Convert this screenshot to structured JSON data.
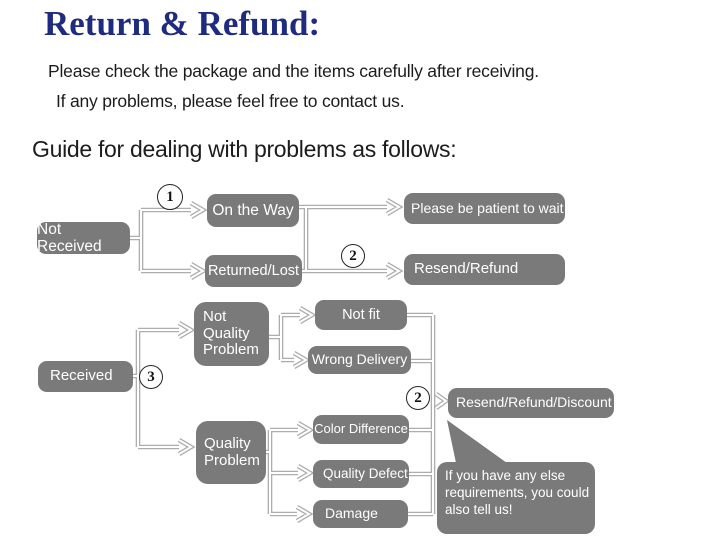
{
  "header": {
    "title": "Return & Refund:",
    "note_line1": "Please check the package and the items carefully after receiving.",
    "note_line2": "If any problems, please feel free to contact us.",
    "guide_heading": "Guide for dealing with problems as follows:"
  },
  "flowchart": {
    "markers": {
      "step1": "1",
      "step2_first": "2",
      "step3": "3",
      "step2_second": "2"
    },
    "nodes": {
      "not_received": "Not Received",
      "on_the_way": "On the Way",
      "be_patient": "Please be patient to wait",
      "returned_lost": "Returned/Lost",
      "resend_refund": "Resend/Refund",
      "received": "Received",
      "not_quality_problem": "Not Quality Problem",
      "not_fit": "Not fit",
      "wrong_delivery": "Wrong Delivery",
      "quality_problem": "Quality Problem",
      "color_difference": "Color Difference",
      "quality_defect": "Quality Defect",
      "damage": "Damage",
      "resend_refund_discount": "Resend/Refund/Discount"
    },
    "bubble": {
      "line1": "If you have any else",
      "line2": "requirements, you could",
      "line3": "also tell us!"
    },
    "edges": [
      {
        "from": "not_received",
        "to": "on_the_way",
        "marker": "1"
      },
      {
        "from": "not_received",
        "to": "returned_lost"
      },
      {
        "from": "on_the_way",
        "to": "be_patient"
      },
      {
        "from": "returned_lost",
        "to": "resend_refund",
        "marker": "2"
      },
      {
        "from": "received",
        "to": "not_quality_problem",
        "marker": "3"
      },
      {
        "from": "received",
        "to": "quality_problem",
        "marker": "3"
      },
      {
        "from": "not_quality_problem",
        "to": "not_fit"
      },
      {
        "from": "not_quality_problem",
        "to": "wrong_delivery"
      },
      {
        "from": "quality_problem",
        "to": "color_difference"
      },
      {
        "from": "quality_problem",
        "to": "quality_defect"
      },
      {
        "from": "quality_problem",
        "to": "damage"
      },
      {
        "from": "not_fit",
        "to": "resend_refund_discount",
        "marker": "2"
      },
      {
        "from": "wrong_delivery",
        "to": "resend_refund_discount",
        "marker": "2"
      },
      {
        "from": "color_difference",
        "to": "resend_refund_discount",
        "marker": "2"
      },
      {
        "from": "quality_defect",
        "to": "resend_refund_discount",
        "marker": "2"
      },
      {
        "from": "damage",
        "to": "resend_refund_discount",
        "marker": "2"
      }
    ]
  },
  "colors": {
    "title": "#1f2c7d",
    "node_bg": "#7a7a7a",
    "node_text": "#ffffff",
    "connector": "#adadad",
    "body_text": "#1c1c1c"
  }
}
